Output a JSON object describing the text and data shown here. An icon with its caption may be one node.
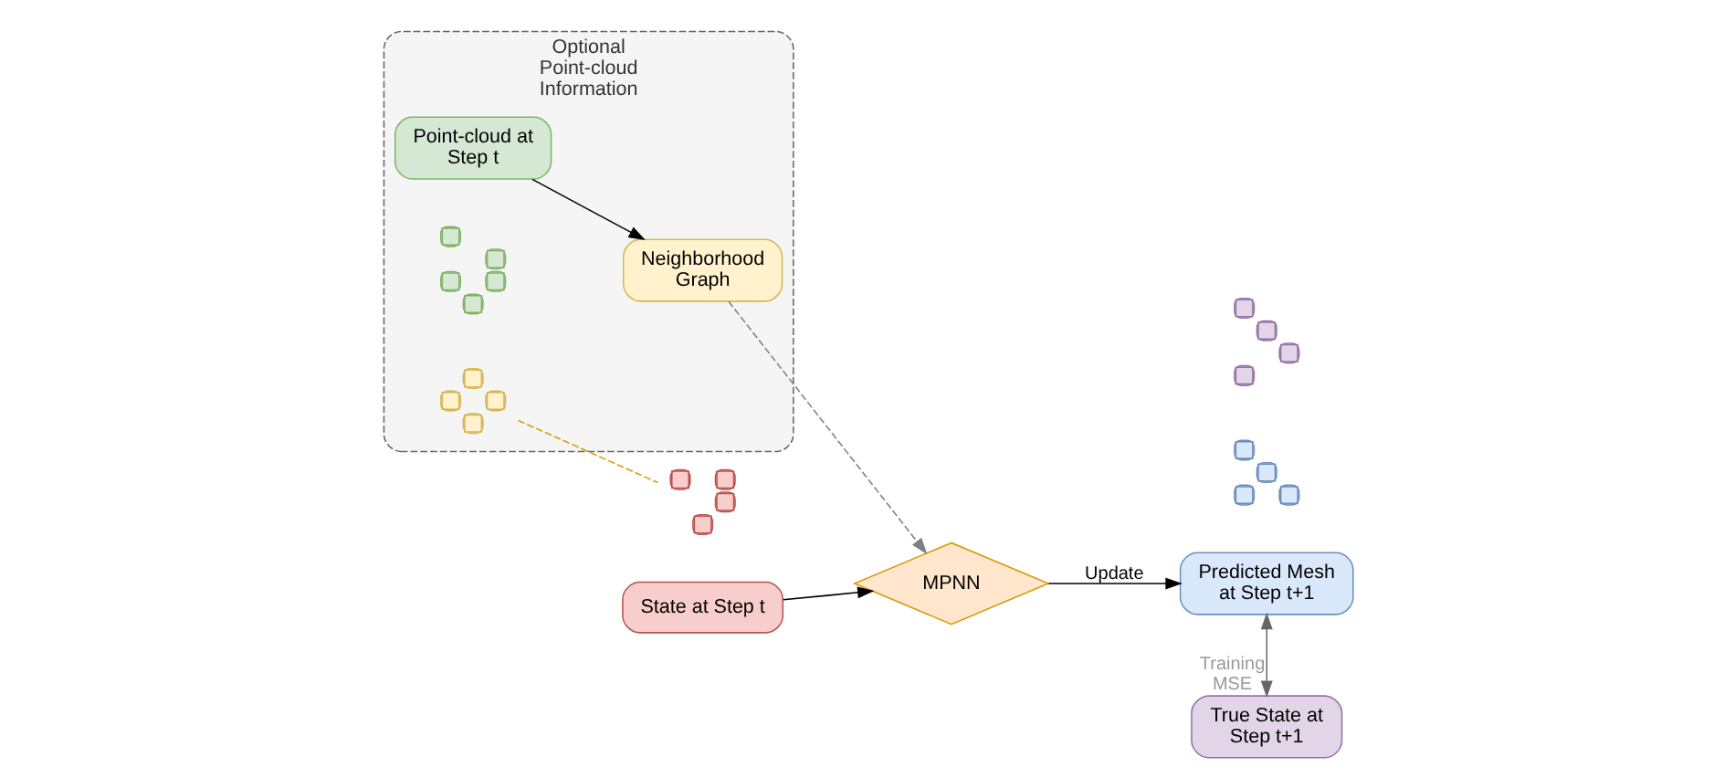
{
  "diagram": {
    "nodes": [
      {
        "text": [
          "Optional Point-cloud Information"
        ]
      },
      {
        "text": [
          "Point-cloud at Step t"
        ],
        "in": 0
      },
      {
        "text": [
          "Neighborhood Graph"
        ],
        "in": 0
      },
      {
        "text": [],
        "shape": "picture",
        "in": 0
      },
      {
        "text": [],
        "shape": "picture",
        "in": 0
      },
      {
        "text": [
          "MPNN"
        ]
      },
      {
        "text": [
          "Predicted Mesh at Step t+1"
        ]
      },
      {
        "text": [],
        "shape": "picture"
      },
      {
        "text": [],
        "shape": "picture"
      },
      {
        "text": [
          "State at Step t"
        ]
      },
      {
        "text": [],
        "shape": "picture"
      },
      {
        "text": [
          "True State at Step t+1"
        ]
      }
    ],
    "edges": [
      {
        "from": 1,
        "to": 2,
        "arrow": "to"
      },
      {
        "from": 2,
        "to": 5,
        "arrow": "to",
        "style": "dashed",
        "color": "#808080"
      },
      {
        "from": 5,
        "to": 6,
        "arrow": "to",
        "label": "Update"
      },
      {
        "from": 9,
        "to": 5,
        "arrow": "to"
      },
      {
        "from": 6,
        "to": 11,
        "arrow": "both",
        "label": "Training MSE",
        "color": "#666666"
      },
      {
        "from": 4,
        "to": 10,
        "arrow": "none",
        "style": "dashed",
        "color": "#d79b00"
      }
    ]
  }
}
